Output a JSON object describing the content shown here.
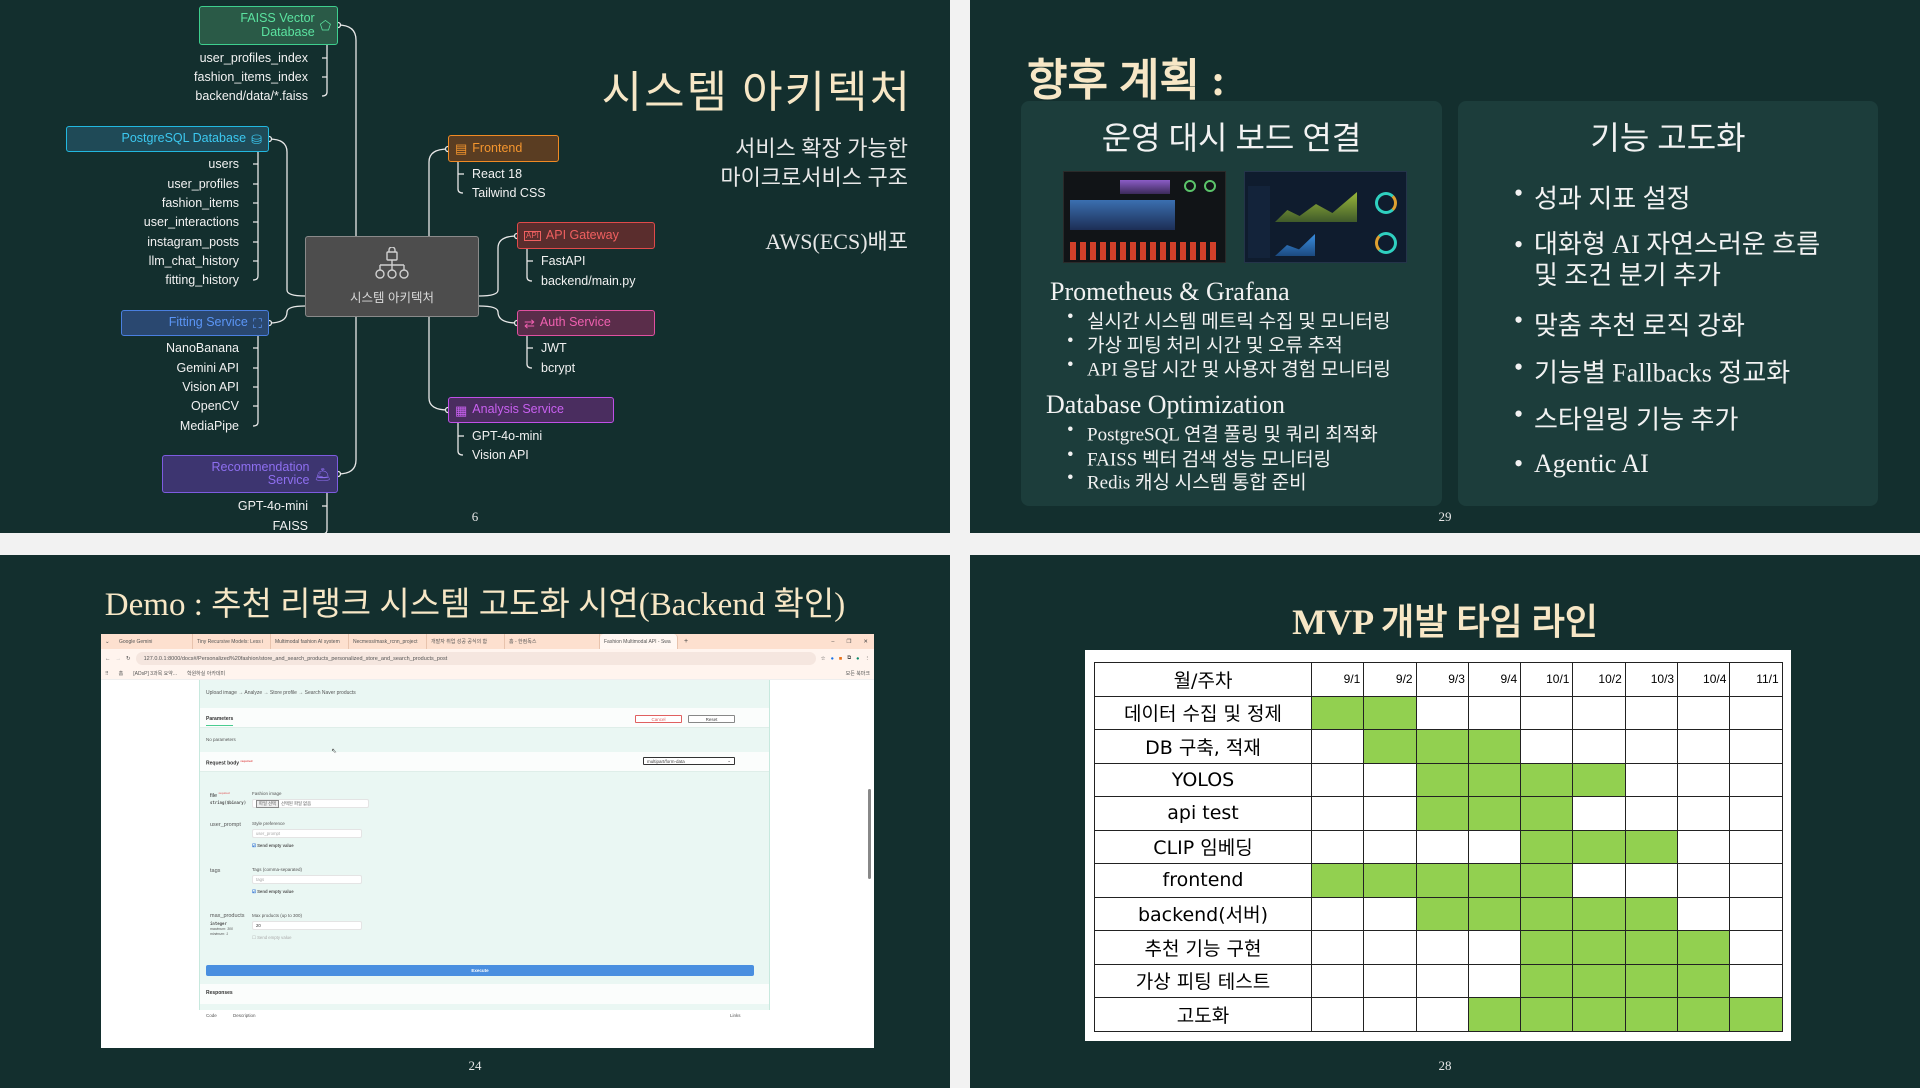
{
  "slide_architecture": {
    "title": "시스템 아키텍처",
    "subtitle_lines": [
      "서비스 확장 가능한",
      "마이크로서비스 구조"
    ],
    "deploy": "AWS(ECS)배포",
    "page": "6",
    "center": {
      "label": "시스템 아키텍처",
      "icon": "sitemap-lock-icon"
    },
    "nodes": {
      "faiss": {
        "label_lines": [
          "FAISS Vector",
          "Database"
        ],
        "icon": "vector-polygon-icon",
        "color": "#3ecf8e",
        "items": [
          "user_profiles_index",
          "fashion_items_index",
          "backend/data/*.faiss"
        ]
      },
      "postgres": {
        "label": "PostgreSQL Database",
        "icon": "database-sync-icon",
        "color": "#22b8e0",
        "items": [
          "users",
          "user_profiles",
          "fashion_items",
          "user_interactions",
          "instagram_posts",
          "llm_chat_history",
          "fitting_history"
        ]
      },
      "fitting": {
        "label": "Fitting Service",
        "icon": "body-scan-icon",
        "color": "#4a7fe0",
        "items": [
          "NanoBanana",
          "Gemini API",
          "Vision API",
          "OpenCV",
          "MediaPipe"
        ]
      },
      "recommendation": {
        "label_lines": [
          "Recommendation",
          "Service"
        ],
        "icon": "service-bell-icon",
        "color": "#7d5ce0",
        "items": [
          "GPT-4o-mini",
          "FAISS"
        ]
      },
      "frontend": {
        "label": "Frontend",
        "icon": "browser-window-icon",
        "color": "#f08a24",
        "items": [
          "React 18",
          "Tailwind CSS"
        ]
      },
      "api_gateway": {
        "label": "API Gateway",
        "icon": "api-file-icon",
        "color": "#e04a4a",
        "items": [
          "FastAPI",
          "backend/main.py"
        ]
      },
      "auth": {
        "label": "Auth Service",
        "icon": "swap-keys-icon",
        "color": "#e050a0",
        "items": [
          "JWT",
          "bcrypt"
        ]
      },
      "analysis": {
        "label": "Analysis Service",
        "icon": "chart-grid-icon",
        "color": "#c050e8",
        "items": [
          "GPT-4o-mini",
          "Vision API"
        ]
      }
    }
  },
  "slide_plan": {
    "title": "향후 계획 :",
    "page": "29",
    "left_panel": {
      "title": "운영 대시 보드 연결",
      "sections": [
        {
          "heading": "Prometheus & Grafana",
          "bullets": [
            "실시간 시스템 메트릭 수집 및 모니터링",
            "가상 피팅 처리 시간 및 오류 추적",
            "API 응답 시간 및 사용자 경험 모니터링"
          ]
        },
        {
          "heading": "Database Optimization",
          "bullets": [
            "PostgreSQL 연결 풀링 및 쿼리 최적화",
            "FAISS 벡터 검색 성능 모니터링",
            "Redis 캐싱 시스템 통합 준비"
          ]
        }
      ]
    },
    "right_panel": {
      "title": "기능 고도화",
      "bullets": [
        "성과 지표 설정",
        "대화형 AI 자연스러운 흐름\n및 조건 분기 추가",
        "맞춤 추천 로직 강화",
        "기능별 Fallbacks 정교화",
        "스타일링 기능 추가",
        "Agentic AI"
      ]
    }
  },
  "slide_demo": {
    "title": "Demo : 추천 리랭크 시스템 고도화 시연(Backend 확인)",
    "page": "24",
    "browser": {
      "tabs": [
        "Google Gemini",
        "Tiny Recursive Models: Less i",
        "Multimodal fashion AI system",
        "Necmess/mask_rcnn_project",
        "개발자 취업 성공 공식의 함",
        "홈 - 한컴독스",
        "Fashion Multimodal API - Swa"
      ],
      "active_tab": 6,
      "url": "127.0.0.1:8000/docs#/Personalized%20fashion/store_and_search_products_personalized_store_and_search_products_post",
      "bookmarks": [
        "홈",
        "[ADsP] 3과목 요약...",
        "학원하실 아카데미"
      ],
      "all_bookmarks": "모든 북마크",
      "swagger": {
        "description": "Upload image → Analyze → Store profile → Search Naver products",
        "parameters_tab": "Parameters",
        "cancel": "Cancel",
        "reset": "Reset",
        "no_parameters": "No parameters",
        "request_body": "Request body",
        "required": "required",
        "content_type": "multipart/form-data",
        "fields": [
          {
            "name": "file",
            "type": "string($binary)",
            "desc": "Fashion image",
            "value": "선택된 파일 없음",
            "button": "파일 선택"
          },
          {
            "name": "user_prompt",
            "desc": "Style preference",
            "placeholder": "user_prompt",
            "send_empty": "Send empty value",
            "checked": true
          },
          {
            "name": "tags",
            "desc": "Tags (comma-separated)",
            "placeholder": "tags",
            "send_empty": "Send empty value",
            "checked": true
          },
          {
            "name": "max_products",
            "type": "integer",
            "meta": [
              "maximum: 300",
              "minimum: 1"
            ],
            "desc": "Max products (up to 300)",
            "value": "20",
            "send_empty": "Send empty value",
            "checked": false
          }
        ],
        "execute": "Execute",
        "responses": "Responses",
        "code": "Code",
        "description_col": "Description",
        "links": "Links"
      }
    }
  },
  "slide_timeline": {
    "title": "MVP 개발 타임 라인",
    "page": "28",
    "chart_data": {
      "type": "table",
      "header": "월/주차",
      "weeks": [
        "9/1",
        "9/2",
        "9/3",
        "9/4",
        "10/1",
        "10/2",
        "10/3",
        "10/4",
        "11/1"
      ],
      "fill_color": "#92d050",
      "tasks": [
        {
          "name": "데이터 수집 및 정제",
          "active": [
            1,
            1,
            0,
            0,
            0,
            0,
            0,
            0,
            0
          ]
        },
        {
          "name": "DB 구축, 적재",
          "active": [
            0,
            1,
            1,
            1,
            0,
            0,
            0,
            0,
            0
          ]
        },
        {
          "name": "YOLOS",
          "active": [
            0,
            0,
            1,
            1,
            1,
            1,
            0,
            0,
            0
          ]
        },
        {
          "name": "api test",
          "active": [
            0,
            0,
            1,
            1,
            1,
            0,
            0,
            0,
            0
          ]
        },
        {
          "name": "CLIP 임베딩",
          "active": [
            0,
            0,
            0,
            0,
            1,
            1,
            1,
            0,
            0
          ]
        },
        {
          "name": "frontend",
          "active": [
            1,
            1,
            1,
            1,
            1,
            0,
            0,
            0,
            0
          ]
        },
        {
          "name": "backend(서버)",
          "active": [
            0,
            0,
            1,
            1,
            1,
            1,
            1,
            0,
            0
          ]
        },
        {
          "name": "추천 기능 구현",
          "active": [
            0,
            0,
            0,
            0,
            1,
            1,
            1,
            1,
            0
          ]
        },
        {
          "name": "가상 피팅 테스트",
          "active": [
            0,
            0,
            0,
            0,
            1,
            1,
            1,
            1,
            0
          ]
        },
        {
          "name": "고도화",
          "active": [
            0,
            0,
            0,
            1,
            1,
            1,
            1,
            1,
            1
          ]
        }
      ]
    }
  }
}
